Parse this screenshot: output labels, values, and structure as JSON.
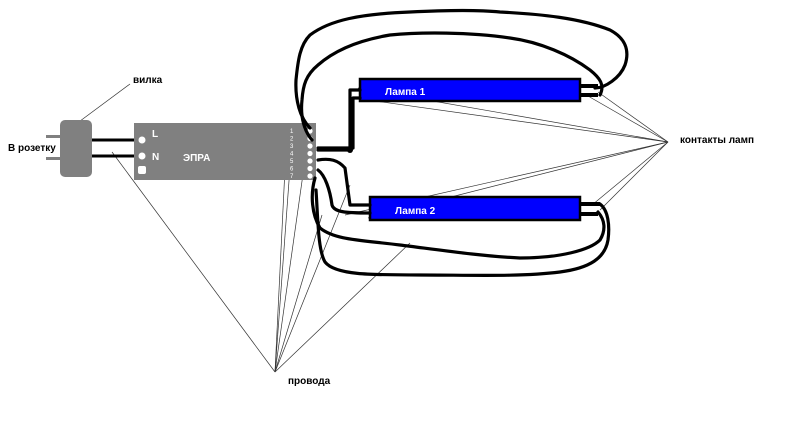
{
  "diagram": {
    "title": "Схема подключения ЭПРА к двум лампам",
    "colors": {
      "lamp_fill": "#0000ff",
      "ballast_fill": "#808080",
      "plug_fill": "#808080",
      "wire": "#000000",
      "background": "#ffffff"
    },
    "plug": {
      "label_socket": "В розетку",
      "label_plug": "вилка"
    },
    "ballast": {
      "label": "ЭПРА",
      "input_terminals": [
        "L",
        "N",
        ""
      ],
      "output_terminals": [
        "1",
        "2",
        "3",
        "4",
        "5",
        "6",
        "7"
      ]
    },
    "lamps": [
      {
        "label": "Лампа 1"
      },
      {
        "label": "Лампа 2"
      }
    ],
    "callouts": {
      "lamp_contacts": "контакты ламп",
      "wires": "провода"
    }
  }
}
